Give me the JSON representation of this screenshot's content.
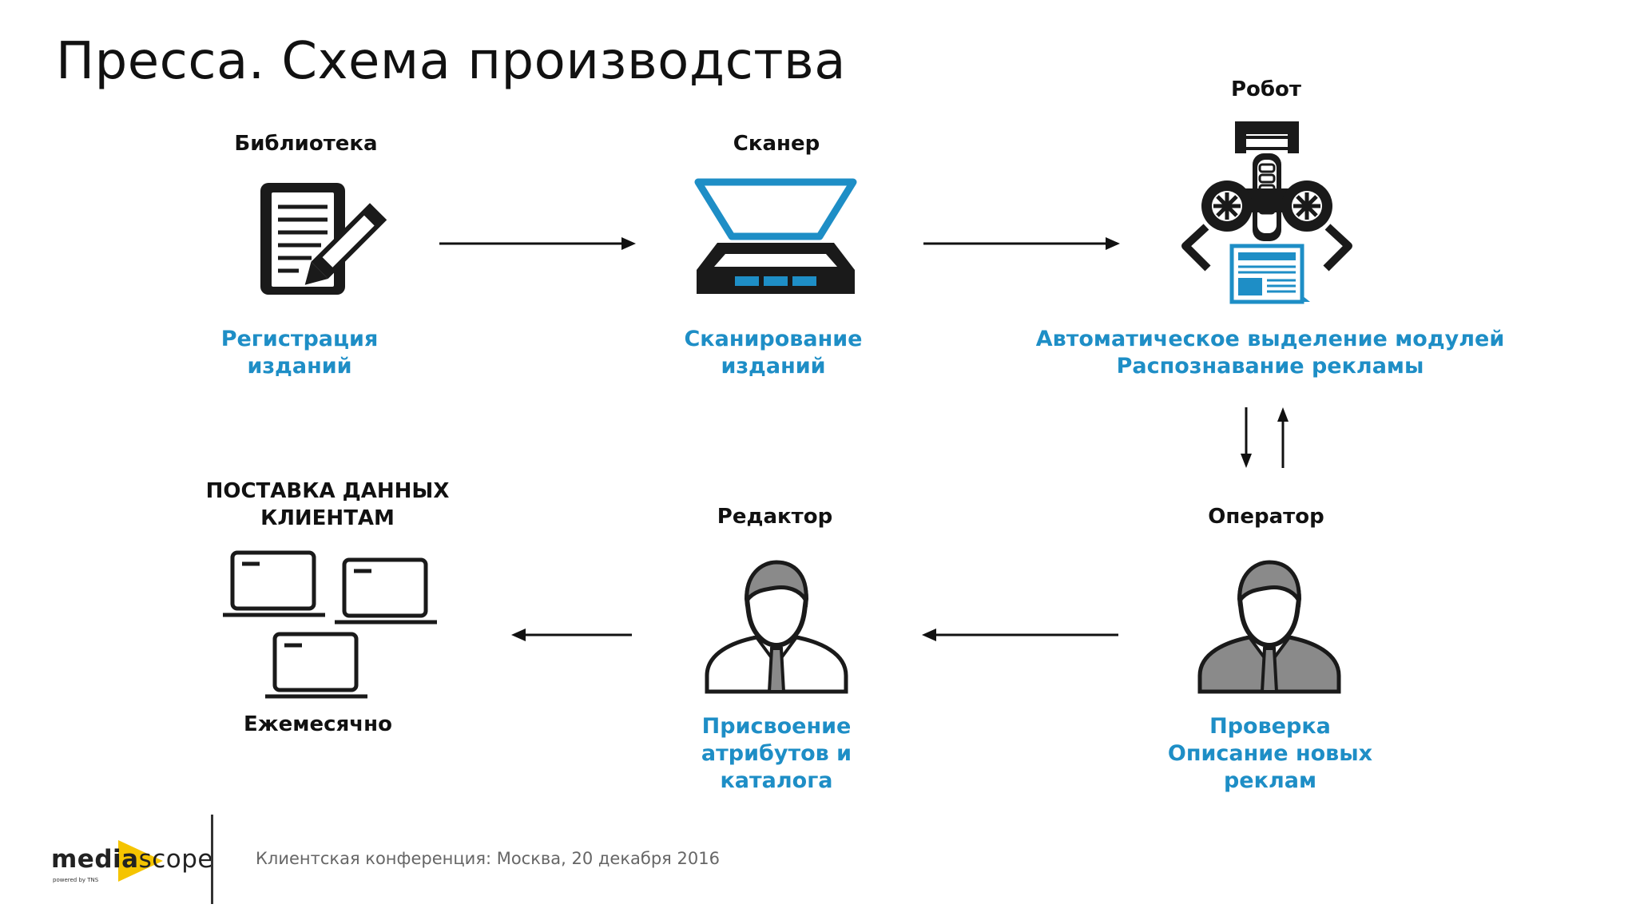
{
  "title": "Пресса. Схема производства",
  "nodes": {
    "library": {
      "label": "Библиотека",
      "caption": [
        "Регистрация",
        "изданий"
      ]
    },
    "scanner": {
      "label": "Сканер",
      "caption": [
        "Сканирование",
        "изданий"
      ]
    },
    "robot": {
      "label": "Робот",
      "caption": [
        "Автоматическое выделение модулей",
        "Распознавание рекламы"
      ]
    },
    "operator": {
      "label": "Оператор",
      "caption": [
        "Проверка",
        "Описание новых",
        "реклам"
      ]
    },
    "editor": {
      "label": "Редактор",
      "caption": [
        "Присвоение",
        "атрибутов и",
        "каталога"
      ]
    },
    "delivery": {
      "label": [
        "ПОСТАВКА ДАННЫХ",
        "КЛИЕНТАМ"
      ],
      "caption": "Ежемесячно"
    }
  },
  "footer": {
    "conference": "Клиентская конференция: Москва, 20 декабря 2016",
    "logo": {
      "prefix": "media",
      "suffix": "scope",
      "tagline": "powered by TNS"
    }
  },
  "colors": {
    "accent": "#1e8ec6",
    "logo_yellow": "#f5c400",
    "icon_dark": "#1a1a1a",
    "person_gray": "#8a8a8a"
  },
  "icons": [
    "document-pencil-icon",
    "scanner-icon",
    "robot-arm-icon",
    "laptop-icon",
    "person-icon",
    "arrow-icon"
  ]
}
